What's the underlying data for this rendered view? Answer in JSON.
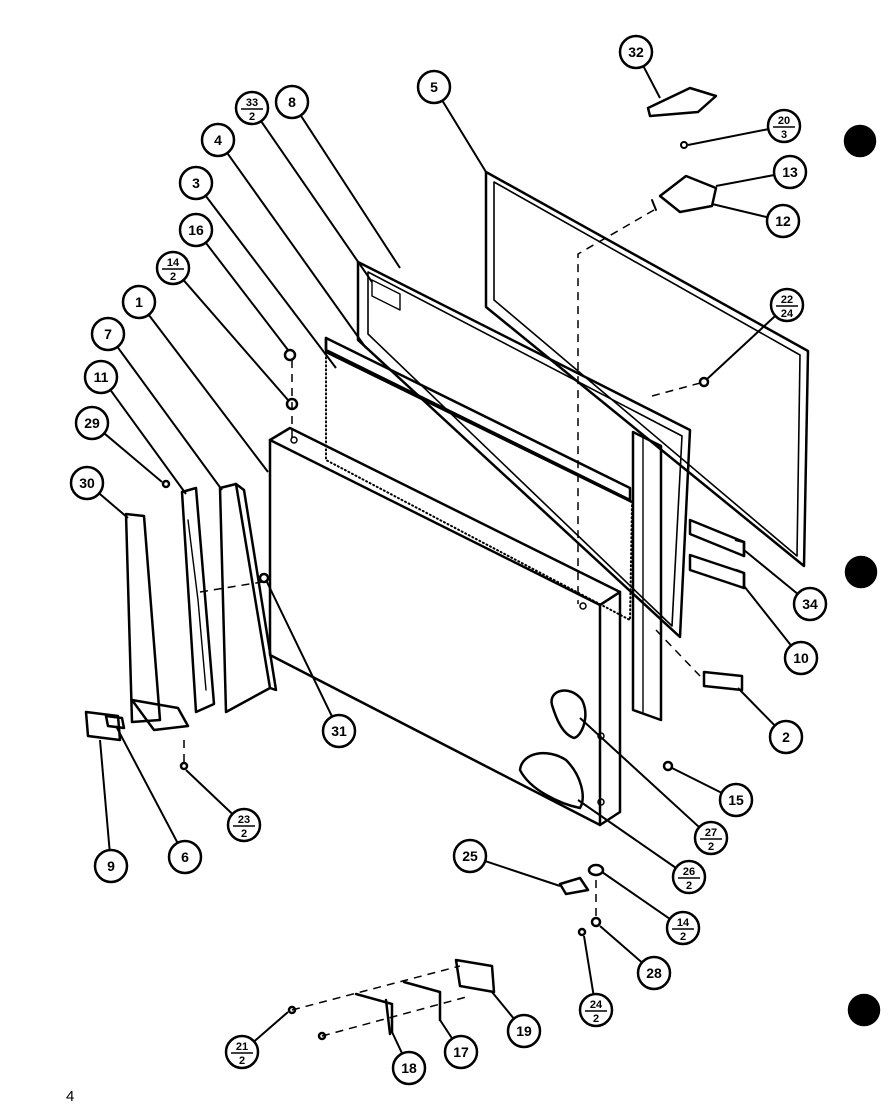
{
  "diagram": {
    "page_number": "4",
    "callouts": [
      {
        "id": "c32",
        "label": "32"
      },
      {
        "id": "c20",
        "num": "20",
        "den": "3"
      },
      {
        "id": "c13",
        "label": "13"
      },
      {
        "id": "c12",
        "label": "12"
      },
      {
        "id": "c5",
        "label": "5"
      },
      {
        "id": "c33",
        "num": "33",
        "den": "2"
      },
      {
        "id": "c8",
        "label": "8"
      },
      {
        "id": "c4",
        "label": "4"
      },
      {
        "id": "c3",
        "label": "3"
      },
      {
        "id": "c16",
        "label": "16"
      },
      {
        "id": "c14a",
        "num": "14",
        "den": "2"
      },
      {
        "id": "c1",
        "label": "1"
      },
      {
        "id": "c7",
        "label": "7"
      },
      {
        "id": "c11",
        "label": "11"
      },
      {
        "id": "c29",
        "label": "29"
      },
      {
        "id": "c30",
        "label": "30"
      },
      {
        "id": "c22",
        "num": "22",
        "den": "24"
      },
      {
        "id": "c34",
        "label": "34"
      },
      {
        "id": "c10",
        "label": "10"
      },
      {
        "id": "c2",
        "label": "2"
      },
      {
        "id": "c31",
        "label": "31"
      },
      {
        "id": "c15",
        "label": "15"
      },
      {
        "id": "c27",
        "num": "27",
        "den": "2"
      },
      {
        "id": "c26",
        "num": "26",
        "den": "2"
      },
      {
        "id": "c25",
        "label": "25"
      },
      {
        "id": "c14b",
        "num": "14",
        "den": "2"
      },
      {
        "id": "c28",
        "label": "28"
      },
      {
        "id": "c24",
        "num": "24",
        "den": "2"
      },
      {
        "id": "c23",
        "num": "23",
        "den": "2"
      },
      {
        "id": "c9",
        "label": "9"
      },
      {
        "id": "c6",
        "label": "6"
      },
      {
        "id": "c21",
        "num": "21",
        "den": "2"
      },
      {
        "id": "c18",
        "label": "18"
      },
      {
        "id": "c17",
        "label": "17"
      },
      {
        "id": "c19",
        "label": "19"
      }
    ]
  }
}
